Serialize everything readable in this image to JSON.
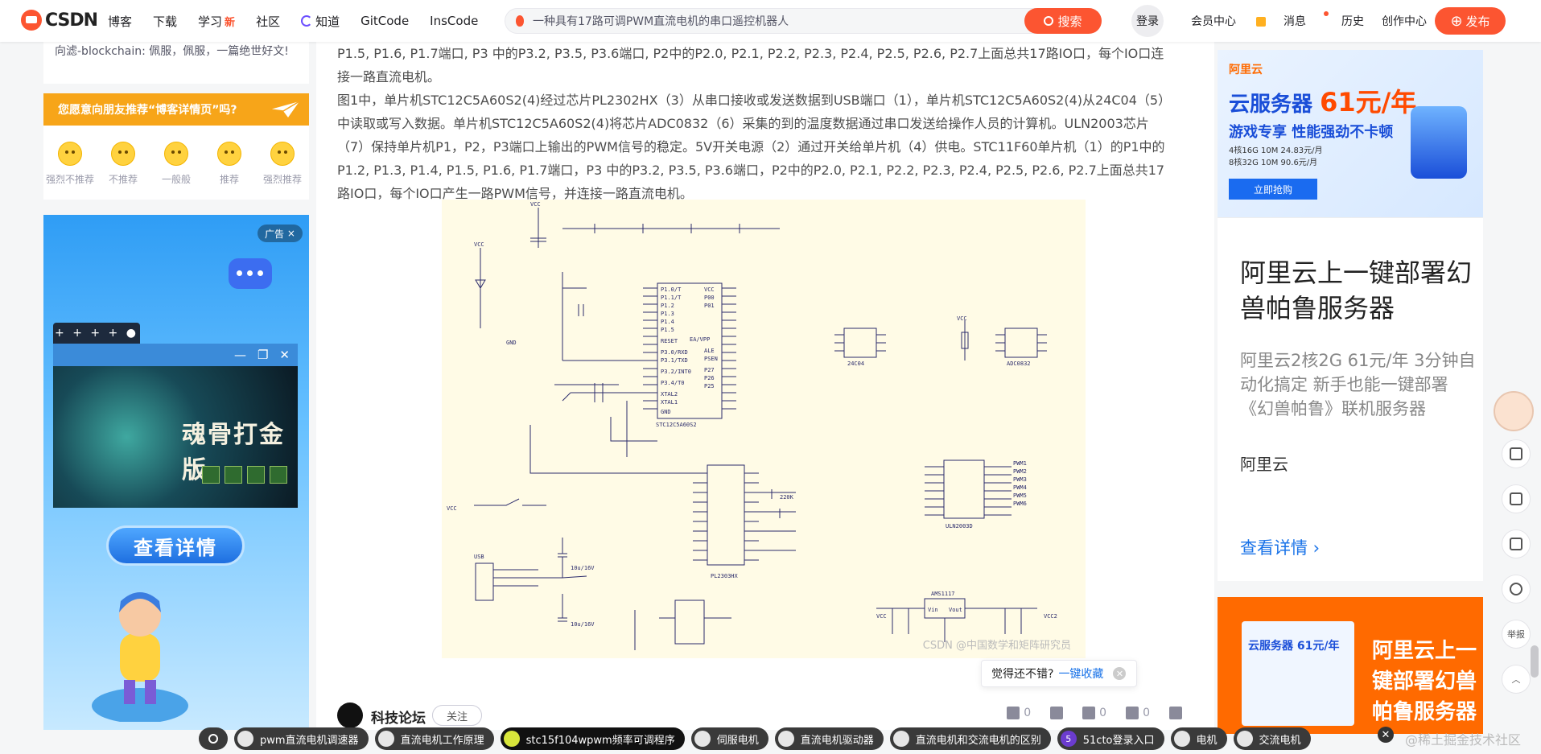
{
  "topbar": {
    "logo_text": "CSDN",
    "nav": [
      {
        "label": "博客"
      },
      {
        "label": "下载"
      },
      {
        "label": "学习",
        "badge": "新"
      },
      {
        "label": "社区"
      },
      {
        "label": "知道"
      },
      {
        "label": "GitCode"
      },
      {
        "label": "InsCode"
      }
    ],
    "search_value": "一种具有17路可调PWM直流电机的串口遥控机器人",
    "search_button": "搜索",
    "login": "登录",
    "links": [
      "会员中心",
      "消息",
      "历史",
      "创作中心"
    ],
    "publish": "发布"
  },
  "left": {
    "top_text": "向滤-blockchain: 佩服，佩服，一篇绝世好文!",
    "recommend_bar": "您愿意向朋友推荐“博客详情页”吗?",
    "ratings": [
      "强烈不推荐",
      "不推荐",
      "一般般",
      "推荐",
      "强烈推荐"
    ],
    "ad": {
      "tag": "广告",
      "window_tab": "+ + + + ●",
      "game_title": "魂骨打金版",
      "cta": "查看详情"
    }
  },
  "article": {
    "para1": "P1.5, P1.6, P1.7端口, P3 中的P3.2, P3.5, P3.6端口, P2中的P2.0, P2.1, P2.2, P2.3, P2.4, P2.5, P2.6, P2.7上面总共17路IO口，每个IO口连接一路直流电机。",
    "para2": "图1中，单片机STC12C5A60S2(4)经过芯片PL2302HX（3）从串口接收或发送数据到USB端口（1），单片机STC12C5A60S2(4)从24C04（5）中读取或写入数据。单片机STC12C5A60S2(4)将芯片ADC0832（6）采集的到的温度数据通过串口发送给操作人员的计算机。ULN2003芯片（7）保持单片机P1，P2，P3端口上输出的PWM信号的稳定。5V开关电源（2）通过开关给单片机（4）供电。STC11F60单片机（1）的P1中的P1.2, P1.3, P1.4, P1.5, P1.6, P1.7端口，P3 中的P3.2, P3.5, P3.6端口，P2中的P2.0, P2.1, P2.2, P2.3, P2.4, P2.5, P2.6, P2.7上面总共17路IO口，每个IO口产生一路PWM信号，并连接一路直流电机。",
    "diagram_watermark": "CSDN @中国数学和矩阵研究员",
    "fav_prompt": "觉得还不错?",
    "fav_link": "一键收藏",
    "author": "科技论坛",
    "follow": "关注",
    "likes": "0",
    "stars": "0",
    "comments": "0"
  },
  "right": {
    "ad1": {
      "brand": "阿里云",
      "headline": "云服务器",
      "price": "61元/年",
      "sub": "游戏专享 性能强劲不卡顿",
      "fine1": "4核16G 10M 24.83元/月",
      "fine2": "8核32G 10M 90.6元/月",
      "buy": "立即抢购"
    },
    "card": {
      "title": "阿里云上一键部署幻兽帕鲁服务器",
      "desc": "阿里云2核2G 61元/年 3分钟自动化搞定 新手也能一键部署《幻兽帕鲁》联机服务器",
      "source": "阿里云",
      "more": "查看详情 ›"
    },
    "ad2": {
      "inner": "云服务器 61元/年",
      "text": "阿里云上一键部署幻兽帕鲁服务器"
    }
  },
  "toolbar_right": [
    "",
    "",
    "",
    "",
    "举报",
    ""
  ],
  "tags": [
    "pwm直流电机调速器",
    "直流电机工作原理",
    "stc15f104wpwm频率可调程序",
    "伺服电机",
    "直流电机驱动器",
    "直流电机和交流电机的区别",
    "51cto登录入口",
    "电机",
    "交流电机"
  ],
  "bottom_watermark": "@稀土掘金技术社区"
}
